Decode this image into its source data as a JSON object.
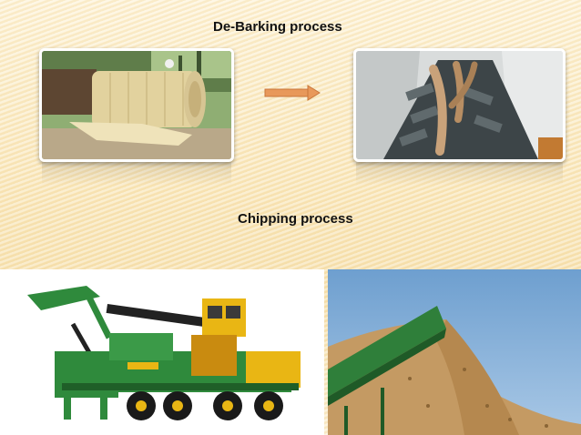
{
  "slide": {
    "title_debarking": "De-Barking process",
    "title_chipping": "Chipping process"
  },
  "images": [
    {
      "name": "log-debarking-photo"
    },
    {
      "name": "debarker-drum-photo"
    },
    {
      "name": "chipper-machine-photo"
    },
    {
      "name": "wood-chips-pile-photo"
    }
  ],
  "colors": {
    "arrow": "#e8985a",
    "machine_green": "#2f8a3c",
    "machine_yellow": "#e9b614",
    "sky": "#86b4dc"
  }
}
